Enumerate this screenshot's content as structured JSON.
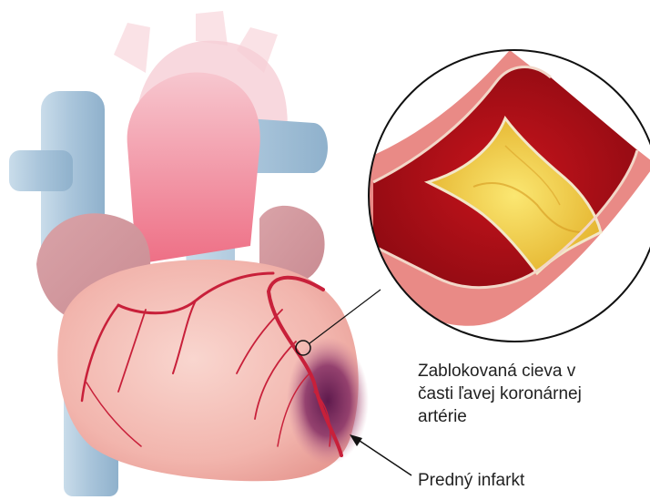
{
  "labels": {
    "blocked_vessel": [
      "Zablokovaná cieva v",
      "časti ľavej koronárnej",
      "artérie"
    ],
    "infarct": "Predný infarkt"
  },
  "colors": {
    "vessel_blue": "#a9c6dc",
    "heart_pink": "#f2b9b4",
    "aorta_pink": "#f07c8e",
    "artery_red": "#c8203a",
    "infarct_purple": "#7a2a5e",
    "blood_red": "#b30d16",
    "plaque_yellow": "#f2cf3c",
    "vessel_wall": "#e77f7f"
  }
}
